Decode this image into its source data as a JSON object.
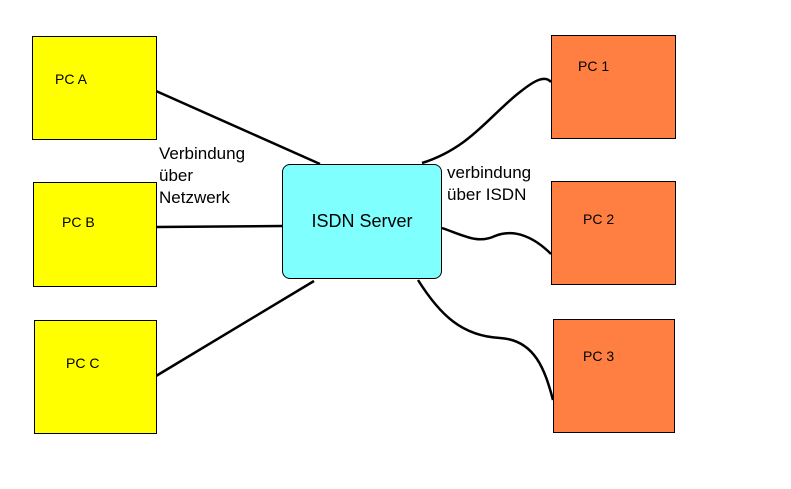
{
  "colors": {
    "left_pc_fill": "#ffff00",
    "right_pc_fill": "#ff7f42",
    "server_fill": "#80ffff",
    "line": "#000000"
  },
  "server": {
    "label": "ISDN Server"
  },
  "network_clients": [
    {
      "label": "PC A"
    },
    {
      "label": "PC B"
    },
    {
      "label": "PC C"
    }
  ],
  "isdn_clients": [
    {
      "label": "PC 1"
    },
    {
      "label": "PC 2"
    },
    {
      "label": "PC 3"
    }
  ],
  "notes": {
    "network": [
      "Verbindung",
      "über",
      "Netzwerk"
    ],
    "isdn": [
      "verbindung",
      "über ISDN"
    ]
  },
  "edges": [
    {
      "from": "PC A",
      "to": "ISDN Server",
      "style": "straight"
    },
    {
      "from": "PC B",
      "to": "ISDN Server",
      "style": "straight"
    },
    {
      "from": "PC C",
      "to": "ISDN Server",
      "style": "straight"
    },
    {
      "from": "ISDN Server",
      "to": "PC 1",
      "style": "curved"
    },
    {
      "from": "ISDN Server",
      "to": "PC 2",
      "style": "curved"
    },
    {
      "from": "ISDN Server",
      "to": "PC 3",
      "style": "curved"
    }
  ]
}
